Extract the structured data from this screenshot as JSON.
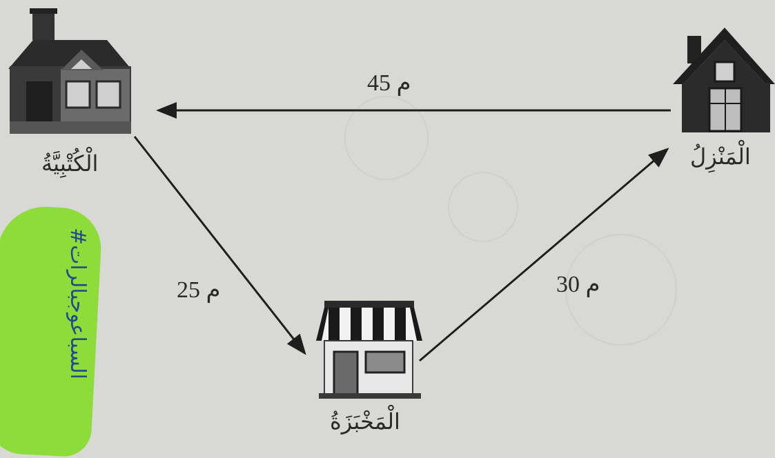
{
  "places": {
    "library": "الْكُتْبِيَّةُ",
    "home": "الْمَنْزِلُ",
    "bakery": "الْمَخْبَزَةُ"
  },
  "distances": {
    "home_to_library": "45 م",
    "library_to_bakery": "25 م",
    "bakery_to_home": "30 م"
  },
  "tag": {
    "text": "#السباعوجبالرات"
  },
  "colors": {
    "paper": "#d8d8d4",
    "ink": "#2a2a2a",
    "highlight": "#8edc3a",
    "handwriting": "#1f4d8c"
  }
}
